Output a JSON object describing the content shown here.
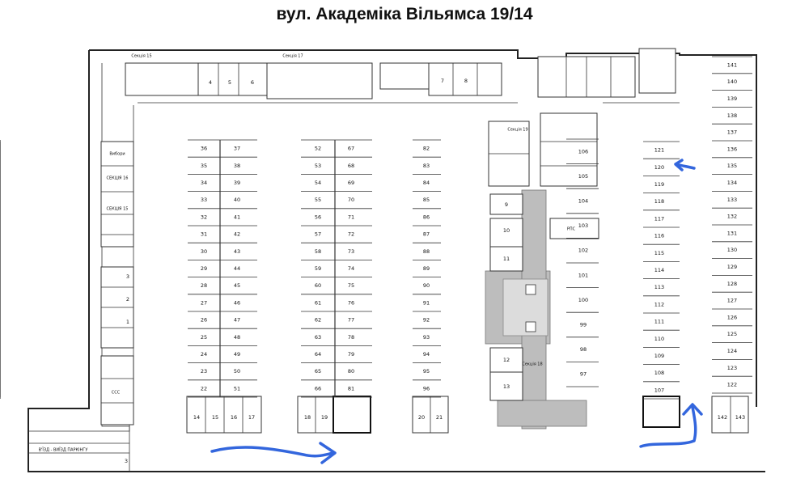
{
  "title": "вул. Академіка Вільямса 19/14",
  "section_labels": {
    "s15_top": "Секція 15",
    "s17_top": "Секція 17",
    "s16_left": "СЕКЦІЯ 16",
    "s15_left": "СЕКЦІЯ 15",
    "s18": "Секція 18",
    "s19": "Секція 19"
  },
  "room_labels": {
    "vybory": "Вибори",
    "rps": "РПС",
    "sss": "ССС",
    "entrance": "В'ЇЗД - ВИЇЗД ПАРКІНГУ",
    "mark_3": "3"
  },
  "spots": {
    "col1_left": [
      "36",
      "35",
      "34",
      "33",
      "32",
      "31",
      "30",
      "29",
      "28",
      "27",
      "26",
      "25",
      "24",
      "23",
      "22"
    ],
    "col1_right": [
      "37",
      "38",
      "39",
      "40",
      "41",
      "42",
      "43",
      "44",
      "45",
      "46",
      "47",
      "48",
      "49",
      "50",
      "51"
    ],
    "col2_left": [
      "52",
      "53",
      "54",
      "55",
      "56",
      "57",
      "58",
      "59",
      "60",
      "61",
      "62",
      "63",
      "64",
      "65",
      "66"
    ],
    "col2_right": [
      "67",
      "68",
      "69",
      "70",
      "71",
      "72",
      "73",
      "74",
      "75",
      "76",
      "77",
      "78",
      "79",
      "80",
      "81"
    ],
    "col3": [
      "82",
      "83",
      "84",
      "85",
      "86",
      "87",
      "88",
      "89",
      "90",
      "91",
      "92",
      "93",
      "94",
      "95",
      "96"
    ],
    "left_wall": [
      "3",
      "2",
      "1"
    ],
    "bottom_left": [
      "14",
      "15",
      "16",
      "17"
    ],
    "bottom_mid": [
      "18",
      "19"
    ],
    "bottom_right": [
      "20",
      "21"
    ],
    "top_row": [
      "4",
      "5",
      "6",
      "7",
      "8"
    ],
    "center_core": [
      "9",
      "10",
      "11",
      "12",
      "13"
    ],
    "col4": [
      "106",
      "105",
      "104",
      "103",
      "102",
      "101",
      "100",
      "99",
      "98",
      "97"
    ],
    "col5": [
      "121",
      "120",
      "119",
      "118",
      "117",
      "116",
      "115",
      "114",
      "113",
      "112",
      "111",
      "110",
      "109",
      "108",
      "107"
    ],
    "col6": [
      "141",
      "140",
      "139",
      "138",
      "137",
      "136",
      "135",
      "134",
      "133",
      "132",
      "131",
      "130",
      "129",
      "128",
      "127",
      "126",
      "125",
      "124",
      "123",
      "122"
    ],
    "bottom_far_right": [
      "142",
      "143"
    ]
  },
  "annotations": [
    {
      "name": "entrance-arrow",
      "color": "#3366dd"
    },
    {
      "name": "right-exit-arrow",
      "color": "#3366dd"
    },
    {
      "name": "spot-120-arrow",
      "color": "#3366dd"
    }
  ]
}
